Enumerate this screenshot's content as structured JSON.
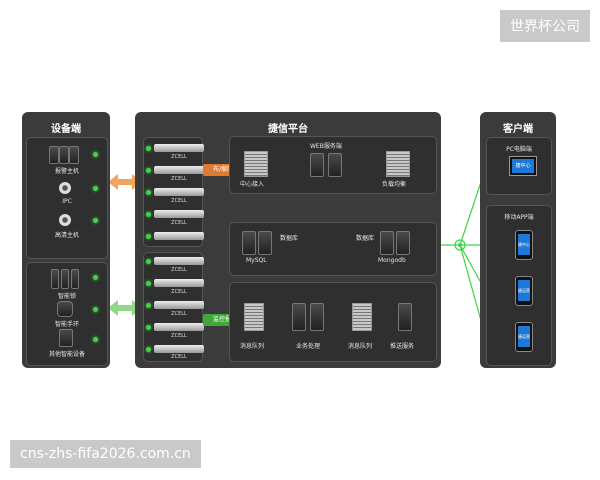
{
  "watermark_top": "世界杯公司",
  "watermark_bottom": "cns-zhs-fifa2026.com.cn",
  "devices": {
    "title": "设备端",
    "items": [
      "报警主机",
      "IPC",
      "高清主机",
      "智能锁",
      "智能手环",
      "其他智能设备"
    ]
  },
  "platform": {
    "title": "捷信平台",
    "node_label": "ZCELL",
    "callout_top": "布/撤防管控",
    "callout_bottom": "监控报警推送",
    "web_label": "WEB服务端",
    "center_access": "中心接入",
    "load_balance": "负载均衡",
    "db_label_1": "数据库",
    "db_label_2": "数据库",
    "mysql": "MySQL",
    "mongodb": "Mongodb",
    "mq_1": "消息队列",
    "biz": "业务处理",
    "mq_2": "消息队列",
    "push": "推送服务"
  },
  "client": {
    "title": "客户端",
    "pc_label": "PC电脑端",
    "pc_screen": "捷中心",
    "app_label": "移动APP端",
    "phone_screens": [
      "捷中心",
      "捷运营",
      "捷运营"
    ]
  },
  "colors": {
    "panel": "#3b3b3b",
    "link": "#3fd44a",
    "arrow_orange": "#f2a35c",
    "arrow_green": "#8fd88a",
    "pc_screen": "#1e78d8"
  }
}
